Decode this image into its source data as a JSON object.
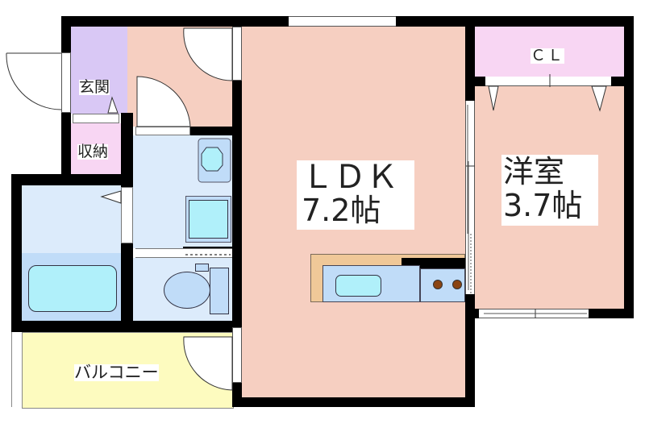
{
  "floorplan": {
    "rooms": {
      "genkan": {
        "label": "玄関",
        "color": "#d9c8f5"
      },
      "shuno": {
        "label": "収納",
        "color": "#f8d6f3"
      },
      "hall": {
        "color": "#f6cfc1"
      },
      "washroom": {
        "color": "#dcebfb"
      },
      "bath": {
        "color": "#dcebfb"
      },
      "toilet": {
        "color": "#dcebfb"
      },
      "ldk": {
        "label_line1": "ＬＤＫ",
        "label_line2": "7.2帖",
        "color": "#f6cfc1"
      },
      "closet": {
        "label": "ＣＬ",
        "color": "#f8d6f3"
      },
      "western_room": {
        "label_line1": "洋室",
        "label_line2": "3.7帖",
        "color": "#f6cfc1"
      },
      "balcony": {
        "label": "バルコニー",
        "color": "#fdfbbf"
      }
    },
    "kitchen": {
      "counter_color": "#f0c898",
      "sink_area_color": "#c0dcf8",
      "sink_color": "#b0f0fa",
      "burner_color": "#8b4513"
    },
    "colors": {
      "wall": "#000000",
      "fixture_blue": "#b0f0fa",
      "fixture_light": "#c0dcf8"
    }
  }
}
